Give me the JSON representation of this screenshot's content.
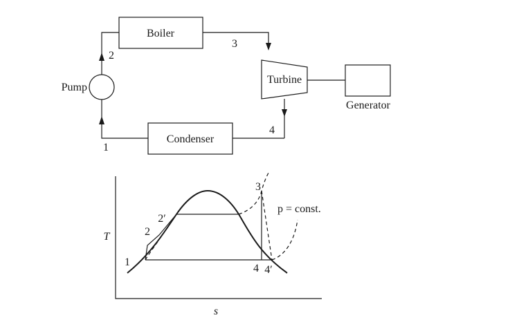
{
  "cycle": {
    "components": {
      "boiler": "Boiler",
      "turbine": "Turbine",
      "generator": "Generator",
      "condenser": "Condenser",
      "pump": "Pump"
    },
    "state_labels": {
      "s1": "1",
      "s2": "2",
      "s3": "3",
      "s4": "4"
    }
  },
  "ts_diagram": {
    "y_axis_label": "T",
    "x_axis_label": "s",
    "isobar_label": "p = const.",
    "points": {
      "p1": "1",
      "p2": "2",
      "p2prime": "2′",
      "p3": "3",
      "p4": "4",
      "p4prime": "4′"
    }
  }
}
